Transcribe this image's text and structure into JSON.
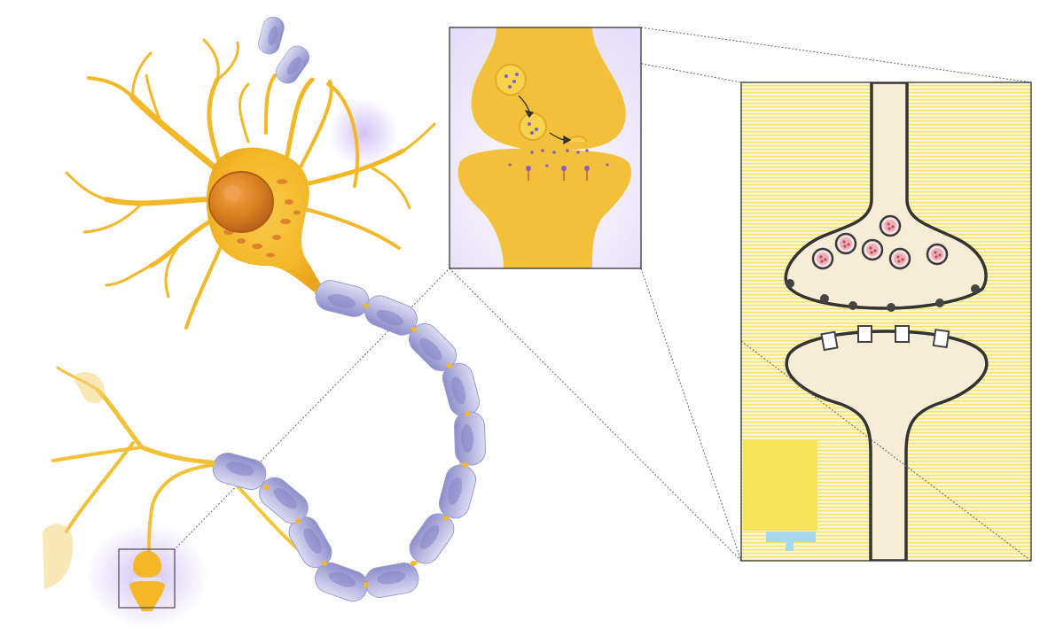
{
  "diagram": {
    "title": "",
    "subject": "neuron-synapse-illustration",
    "labels": []
  },
  "parts": [
    {
      "name": "neuron-cell-body"
    },
    {
      "name": "nucleus"
    },
    {
      "name": "dendrites"
    },
    {
      "name": "myelinated-axon"
    },
    {
      "name": "axon-terminal"
    },
    {
      "name": "synapse-closeup-inset"
    },
    {
      "name": "synapse-schematic-panel"
    }
  ],
  "colors": {
    "neuron": "#f3b728",
    "neuron_light": "#f7d15a",
    "nucleus": "#c8701a",
    "myelin": "#b7b9e0",
    "myelin_dark": "#7c7fc0",
    "glow": "#d7c7f4",
    "panel_bg": "#fbf5c2",
    "panel_stripe": "#f4e56b",
    "membrane": "#3a3a3a",
    "cleft": "#f7f3dc",
    "vesicle": "#e8a0a8",
    "receptor_panel": "#ffffff",
    "legend_block": "#f8e45a",
    "legend_tab": "#a8d8ef"
  }
}
